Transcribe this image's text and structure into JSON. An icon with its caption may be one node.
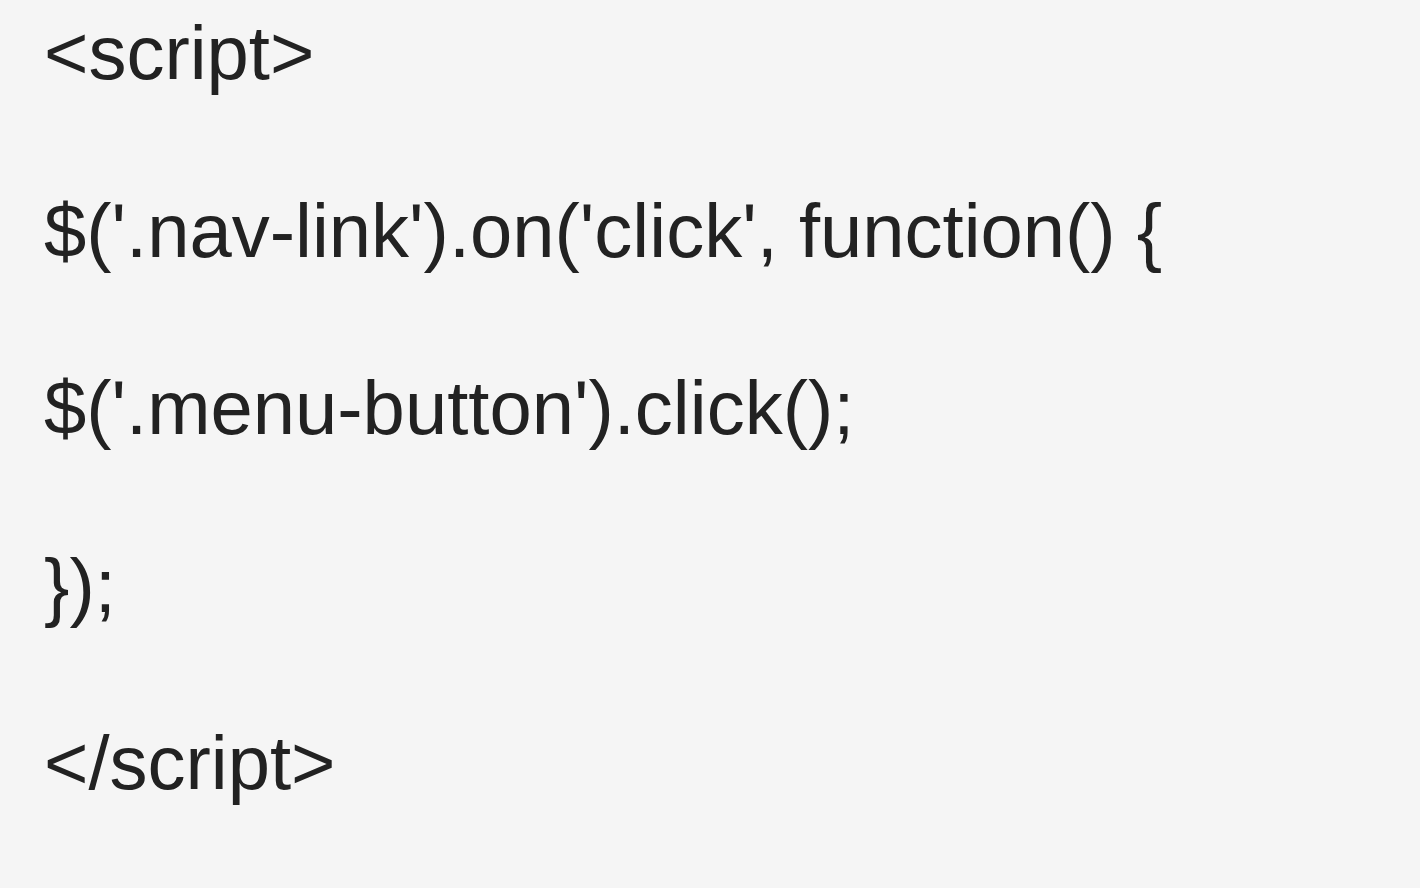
{
  "diagram": {
    "labels": [
      "<script>",
      "$('.nav-link').on('click', function() {",
      "$('.menu-button').click();",
      "});",
      "</script>"
    ]
  }
}
